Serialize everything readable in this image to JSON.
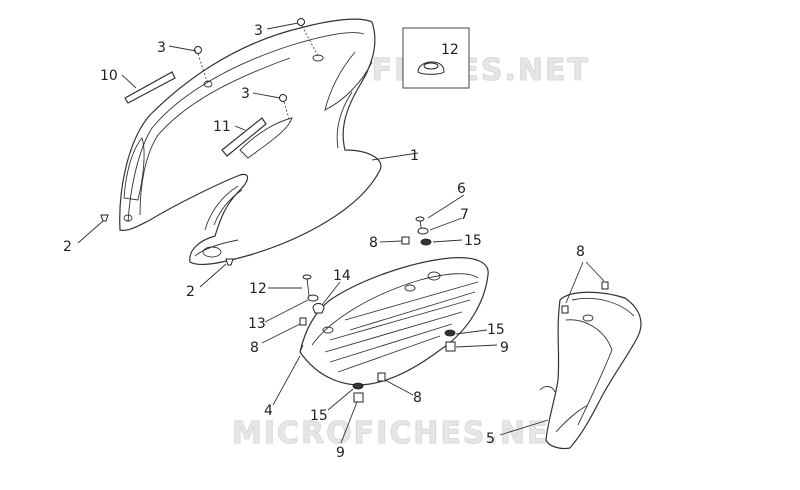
{
  "watermark": {
    "text": "MICROFICHES.NET"
  },
  "callouts": {
    "c1": "1",
    "c2a": "2",
    "c2b": "2",
    "c3a": "3",
    "c3b": "3",
    "c3c": "3",
    "c4": "4",
    "c5": "5",
    "c6": "6",
    "c7": "7",
    "c8a": "8",
    "c8b": "8",
    "c8c": "8",
    "c8d": "8",
    "c9a": "9",
    "c9b": "9",
    "c10": "10",
    "c11": "11",
    "c12a": "12",
    "c12b": "12",
    "c13": "13",
    "c14": "14",
    "c15a": "15",
    "c15b": "15",
    "c15c": "15"
  },
  "colors": {
    "line": "#333333",
    "watermark": "#e6e6e6",
    "background": "#ffffff"
  }
}
